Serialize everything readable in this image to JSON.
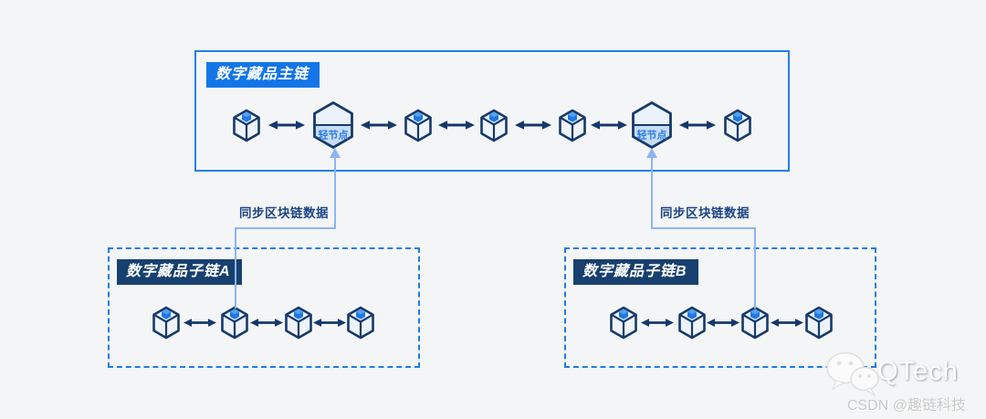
{
  "background": "#f4f5f6",
  "colors": {
    "accent_blue": "#1375e8",
    "box_border_blue": "#2080e8",
    "subchain_title_navy": "#17406f",
    "icon_stroke_navy": "#16396b",
    "icon_accent_blue": "#1b79e8",
    "sync_line_blue": "#8cb5f2",
    "sync_label_text": "#1c4584",
    "light_node_band": "#c7dcf7",
    "light_node_text": "#2e7ee2"
  },
  "main_chain": {
    "title": "数字藏品主链",
    "light_node_label": "轻节点",
    "node_sequence": [
      "block",
      "light-node",
      "block",
      "block",
      "block",
      "light-node",
      "block"
    ]
  },
  "sub_chain_a": {
    "title": "数字藏品子链A",
    "sync_label": "同步区块链数据",
    "node_sequence": [
      "block",
      "block",
      "block",
      "block"
    ]
  },
  "sub_chain_b": {
    "title": "数字藏品子链B",
    "sync_label": "同步区块链数据",
    "node_sequence": [
      "block",
      "block",
      "block",
      "block"
    ]
  },
  "watermark": {
    "brand": "QTech",
    "credit": "CSDN @趣链科技",
    "logo_icon": "wechat-chat-bubbles-icon"
  }
}
